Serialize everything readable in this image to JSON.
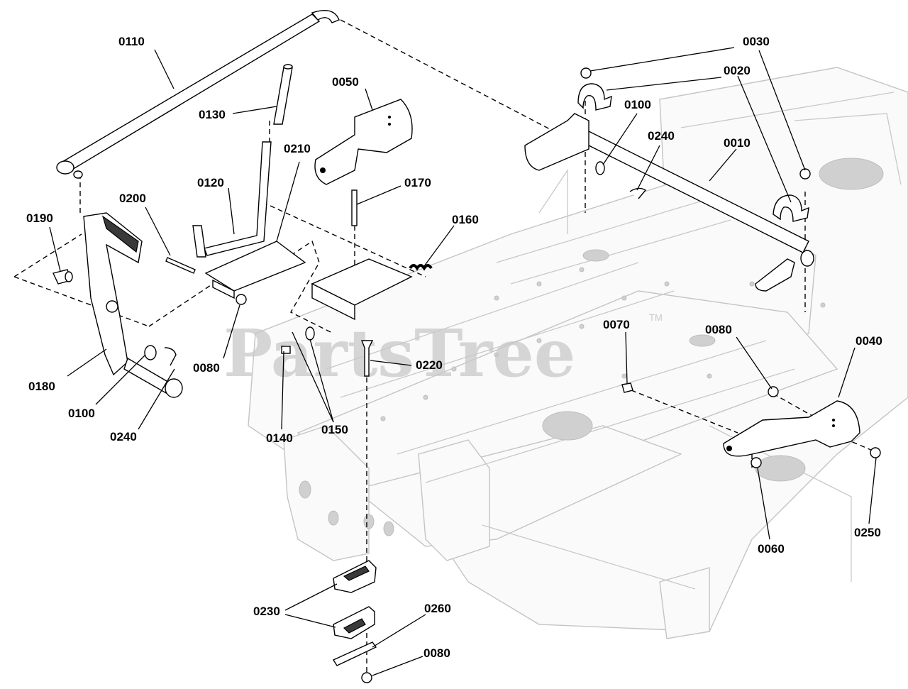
{
  "watermark": "PartsTree",
  "watermark_mark": "TM",
  "labels": {
    "p0010": "0010",
    "p0020": "0020",
    "p0030": "0030",
    "p0040": "0040",
    "p0050": "0050",
    "p0060": "0060",
    "p0070": "0070",
    "p0080_a": "0080",
    "p0080_b": "0080",
    "p0080_c": "0080",
    "p0100_a": "0100",
    "p0100_b": "0100",
    "p0110": "0110",
    "p0120": "0120",
    "p0130": "0130",
    "p0140": "0140",
    "p0150": "0150",
    "p0160": "0160",
    "p0170": "0170",
    "p0180": "0180",
    "p0190": "0190",
    "p0200": "0200",
    "p0210": "0210",
    "p0220": "0220",
    "p0230": "0230",
    "p0240_a": "0240",
    "p0240_b": "0240",
    "p0250": "0250",
    "p0260": "0260"
  }
}
